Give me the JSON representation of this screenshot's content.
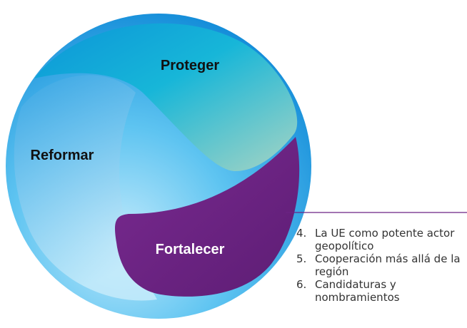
{
  "segments": {
    "proteger": "Proteger",
    "reformar": "Reformar",
    "fortalecer": "Fortalecer"
  },
  "list": [
    {
      "num": "4.",
      "text": "La UE como potente actor geopolítico"
    },
    {
      "num": "5.",
      "text": "Cooperación más allá de la región"
    },
    {
      "num": "6.",
      "text": "Candidaturas y nombramientos"
    }
  ],
  "colors": {
    "circle_outer": "#0f8fd8",
    "circle_light": "#8fd6f6",
    "proteger_segment": "#0aaacc",
    "fortalecer_segment": "#6b2384",
    "leader_line": "#6b2384",
    "label_dark": "#111111",
    "label_light": "#ffffff",
    "list_text": "#333333"
  }
}
